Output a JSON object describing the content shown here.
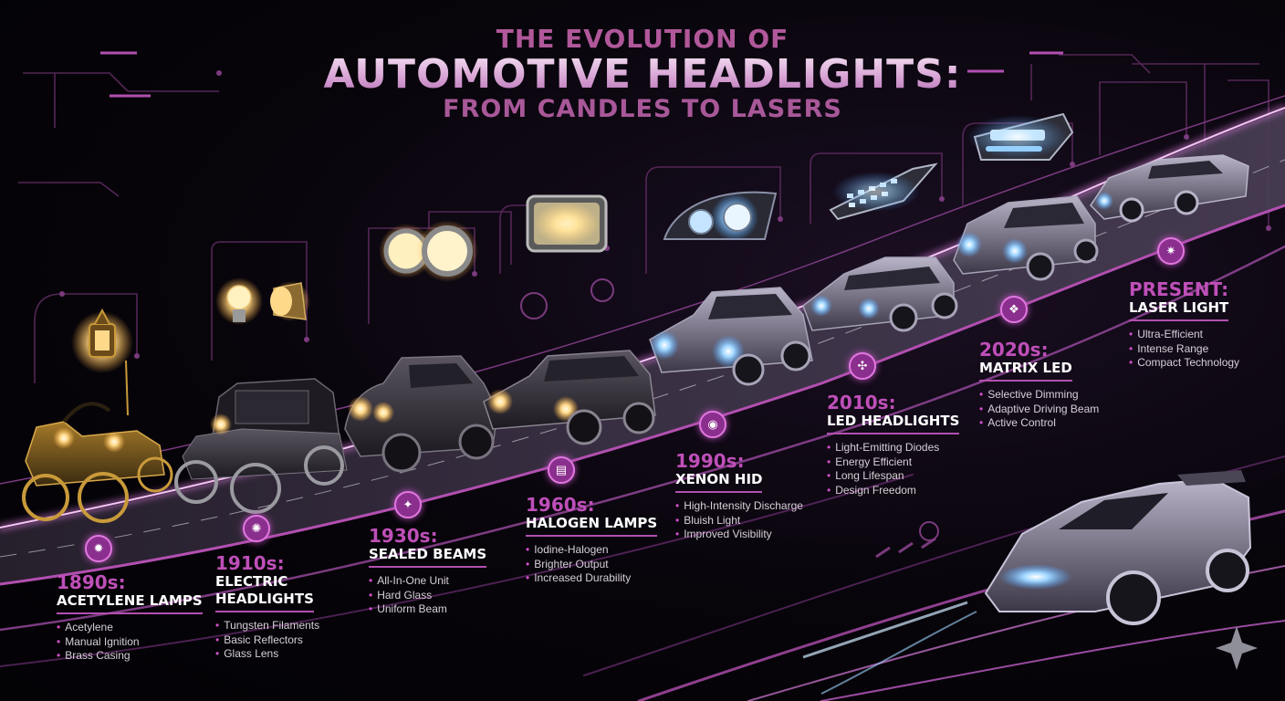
{
  "header": {
    "line1": "THE EVOLUTION OF",
    "line2": "AUTOMOTIVE HEADLIGHTS:",
    "line3": "FROM CANDLES TO LASERS"
  },
  "eras": [
    {
      "year": "1890s:",
      "name": "ACETYLENE LAMPS",
      "features": [
        "Acetylene",
        "Manual Ignition",
        "Brass Casing"
      ],
      "icon": "flame-icon"
    },
    {
      "year": "1910s:",
      "name_line1": "ELECTRIC",
      "name_line2": "HEADLIGHTS",
      "features": [
        "Tungsten Filaments",
        "Basic Reflectors",
        "Glass Lens"
      ],
      "icon": "bulb-icon"
    },
    {
      "year": "1930s:",
      "name": "SEALED BEAMS",
      "features": [
        "All-In-One Unit",
        "Hard Glass",
        "Uniform Beam"
      ],
      "icon": "lamp-icon"
    },
    {
      "year": "1960s:",
      "name": "HALOGEN LAMPS",
      "features": [
        "Iodine-Halogen",
        "Brighter Output",
        "Increased Durability"
      ],
      "icon": "halogen-icon"
    },
    {
      "year": "1990s:",
      "name": "XENON HID",
      "features": [
        "High-Intensity Discharge",
        "Bluish Light",
        "Improved Visibility"
      ],
      "icon": "hid-icon"
    },
    {
      "year": "2010s:",
      "name": "LED HEADLIGHTS",
      "features": [
        "Light-Emitting Diodes",
        "Energy Efficient",
        "Long Lifespan",
        "Design Freedom"
      ],
      "icon": "led-icon"
    },
    {
      "year": "2020s:",
      "name": "MATRIX LED",
      "features": [
        "Selective Dimming",
        "Adaptive Driving Beam",
        "Active Control"
      ],
      "icon": "matrix-icon"
    },
    {
      "year": "PRESENT:",
      "name": "LASER LIGHT",
      "features": [
        "Ultra-Efficient",
        "Intense Range",
        "Compact Technology"
      ],
      "icon": "laser-icon"
    }
  ],
  "colors": {
    "accent": "#b24fb0",
    "road_glow": "#c86ad0",
    "background": "#050307",
    "headlight_warm": "#ffd98a",
    "headlight_cool": "#9fd6ff"
  }
}
